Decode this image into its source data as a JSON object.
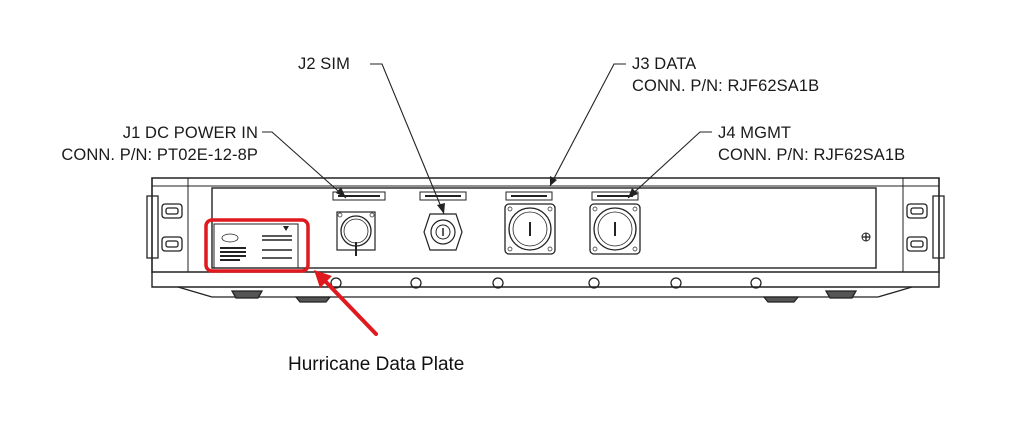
{
  "labels": {
    "j1_line1": "J1 DC POWER IN",
    "j1_line2": "CONN. P/N: PT02E-12-8P",
    "j2_line1": "J2 SIM",
    "j3_line1": "J3 DATA",
    "j3_line2": "CONN. P/N: RJF62SA1B",
    "j4_line1": "J4 MGMT",
    "j4_line2": "CONN. P/N: RJF62SA1B"
  },
  "callout": {
    "caption": "Hurricane Data Plate",
    "highlight_color": "#e0191f"
  }
}
